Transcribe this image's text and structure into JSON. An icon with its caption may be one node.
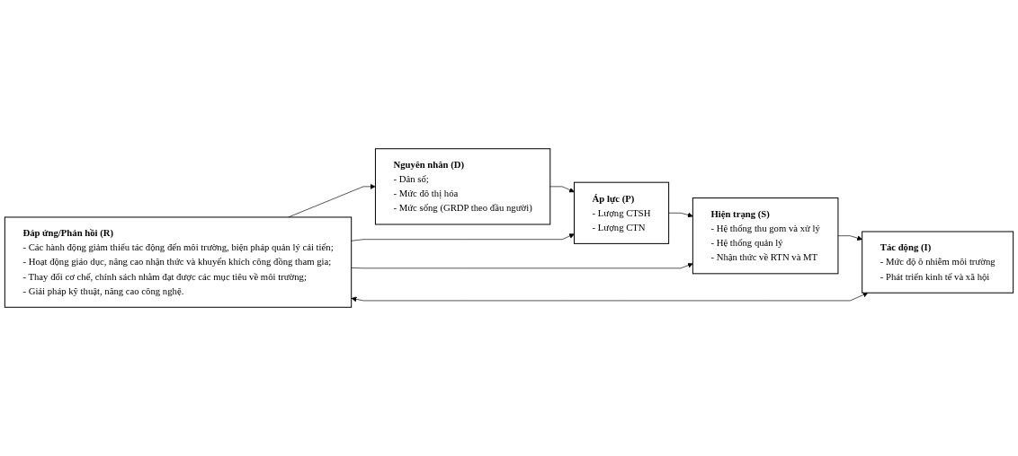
{
  "diagram": {
    "nodes": [
      {
        "text": [
          "Nguyên nhân (D)",
          "- Dân số;",
          "- Mức đô thị hóa",
          "- Mức sống (GRDP theo đầu người)"
        ]
      },
      {
        "text": [
          "Áp lực (P)",
          "- Lượng CTSH",
          "- Lượng CTN"
        ]
      },
      {
        "text": [
          "Hiện trạng (S)",
          "- Hệ thống thu gom và xử lý",
          "- Hệ thống quản lý",
          "- Nhận thức về RTN và MT"
        ]
      },
      {
        "text": [
          "Tác động (I)",
          "- Mức độ ô nhiễm môi trường",
          "- Phát triển kinh tế và xã hội"
        ]
      },
      {
        "text": [
          "Đáp ứng/Phản hồi (R)",
          "- Các hành động giảm thiểu tác động đến môi trường, biện pháp quản lý cải tiến;",
          "- Hoạt động giáo dục, nâng cao nhận thức và khuyến khích công đồng tham gia;",
          "- Thay đổi cơ chế, chính sách nhằm đạt được các mục tiêu về môi trường;",
          "- Giải pháp kỹ thuật, nâng cao công nghệ."
        ]
      }
    ],
    "edges": [
      {
        "from": 0,
        "to": 1,
        "arrow": "to"
      },
      {
        "from": 1,
        "to": 2,
        "arrow": "to"
      },
      {
        "from": 2,
        "to": 3,
        "arrow": "to"
      },
      {
        "from": 4,
        "to": 0,
        "arrow": "to"
      },
      {
        "from": 4,
        "to": 1,
        "arrow": "to"
      },
      {
        "from": 4,
        "to": 2,
        "arrow": "to"
      },
      {
        "from": 4,
        "to": 3,
        "arrow": "both"
      }
    ]
  }
}
